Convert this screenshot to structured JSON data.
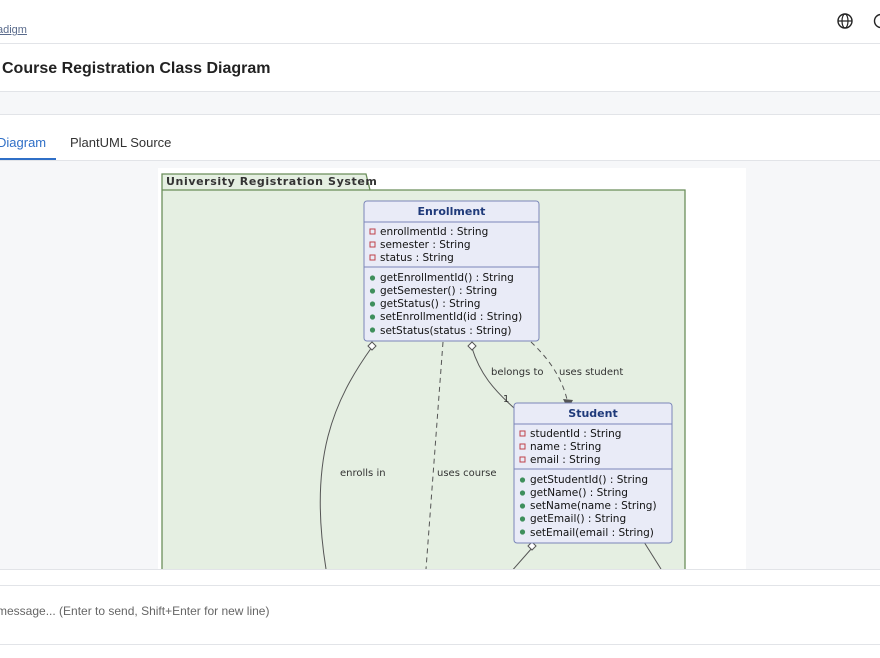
{
  "header": {
    "breadcrumb": "adigm"
  },
  "page": {
    "title": "Course Registration Class Diagram"
  },
  "tabs": [
    {
      "label": "Diagram",
      "active": true
    },
    {
      "label": "PlantUML Source",
      "active": false
    }
  ],
  "diagram": {
    "package_label": "University Registration System",
    "classes": {
      "enrollment": {
        "name": "Enrollment",
        "fields": [
          "enrollmentId : String",
          "semester : String",
          "status : String"
        ],
        "methods": [
          "getEnrollmentId() : String",
          "getSemester() : String",
          "getStatus() : String",
          "setEnrollmentId(id : String)",
          "setStatus(status : String)"
        ]
      },
      "student": {
        "name": "Student",
        "fields": [
          "studentId : String",
          "name : String",
          "email : String"
        ],
        "methods": [
          "getStudentId() : String",
          "getName() : String",
          "setName(name : String)",
          "getEmail() : String",
          "setEmail(email : String)"
        ]
      }
    },
    "relations": {
      "belongs_to": "belongs to",
      "belongs_to_mult": "1",
      "uses_student": "uses student",
      "enrolls_in": "enrolls in",
      "uses_course": "uses course"
    },
    "colors": {
      "package_bg": "#e5efe2",
      "package_border": "#6b8e5a",
      "class_bg": "#e9ebf7",
      "class_border": "#7a86b8",
      "class_name": "#1f3a7a",
      "field_marker": "#c0404a",
      "method_marker": "#3f8f5c"
    }
  },
  "message": {
    "placeholder": "message... (Enter to send, Shift+Enter for new line)"
  },
  "icons": {
    "language": "globe-icon"
  }
}
